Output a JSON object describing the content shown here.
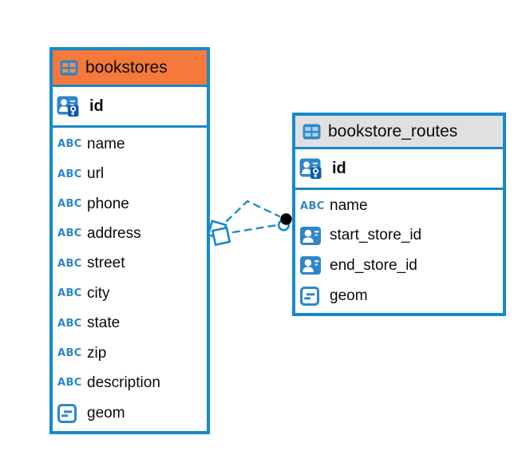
{
  "diagram": {
    "type": "entity-relationship",
    "colors": {
      "border_blue": "#1789ca",
      "icon_blue": "#2e86c8",
      "selected_header_orange": "#f5793b",
      "header_gray": "#e0e0e0",
      "key_patch_blue": "#0d5cad",
      "text": "#0b0b0b"
    },
    "icons": {
      "abc_text": "ABC"
    },
    "tables": [
      {
        "name": "bookstores",
        "header": {
          "title": "bookstores",
          "bg": "#f5793b",
          "icon_cell": "#f58a54"
        },
        "primary_key": {
          "name": "id"
        },
        "columns": [
          {
            "name": "name",
            "type": "abc"
          },
          {
            "name": "url",
            "type": "abc"
          },
          {
            "name": "phone",
            "type": "abc"
          },
          {
            "name": "address",
            "type": "abc"
          },
          {
            "name": "street",
            "type": "abc"
          },
          {
            "name": "city",
            "type": "abc"
          },
          {
            "name": "state",
            "type": "abc"
          },
          {
            "name": "zip",
            "type": "abc"
          },
          {
            "name": "description",
            "type": "abc"
          },
          {
            "name": "geom",
            "type": "geometry"
          }
        ]
      },
      {
        "name": "bookstore_routes",
        "header": {
          "title": "bookstore_routes",
          "bg": "#e0e0e0",
          "icon_cell": "#a7cdec"
        },
        "primary_key": {
          "name": "id"
        },
        "columns": [
          {
            "name": "name",
            "type": "abc"
          },
          {
            "name": "start_store_id",
            "type": "person-ref"
          },
          {
            "name": "end_store_id",
            "type": "person-ref"
          },
          {
            "name": "geom",
            "type": "geometry"
          }
        ]
      }
    ],
    "relationship": {
      "from_table": "bookstores",
      "to_table": "bookstore_routes",
      "line_style": "dashed",
      "line_count": 2,
      "color": "#1789ca",
      "start_marker": "overlapping-squares",
      "end_marker": "filled-dot-with-ring"
    }
  }
}
